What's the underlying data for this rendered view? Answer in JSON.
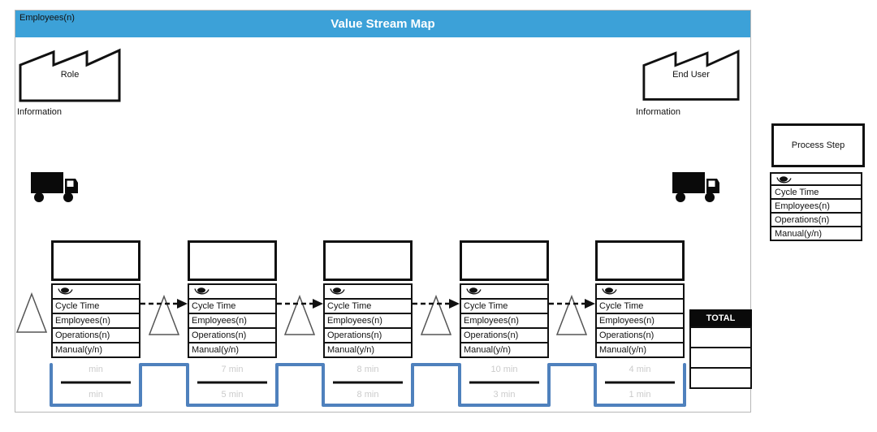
{
  "header": {
    "left_label": "Employees(n)",
    "title": "Value Stream Map",
    "bg_color": "#3CA1D8"
  },
  "factories": {
    "left": {
      "label": "Role",
      "caption": "Information"
    },
    "right": {
      "label": "End User",
      "caption": "Information"
    }
  },
  "step_rows": [
    "Cycle Time",
    "Employees(n)",
    "Operations(n)",
    "Manual(y/n)"
  ],
  "total": {
    "label": "TOTAL"
  },
  "legend": {
    "title": "Process Step",
    "rows": [
      "Cycle Time",
      "Employees(n)",
      "Operations(n)",
      "Manual(y/n)"
    ]
  },
  "timeline": {
    "color": "#4F81BD",
    "sections": [
      {
        "top": "min",
        "bottom": "min"
      },
      {
        "top": "7 min",
        "bottom": "5 min"
      },
      {
        "top": "8 min",
        "bottom": "8 min"
      },
      {
        "top": "10 min",
        "bottom": "3 min"
      },
      {
        "top": "4 min",
        "bottom": "1 min"
      }
    ]
  },
  "icons": {
    "factory": "factory-icon",
    "truck": "truck-icon",
    "operator": "eye-icon",
    "inventory": "inventory-triangle-icon",
    "push_arrow": "dashed-arrow-icon"
  }
}
